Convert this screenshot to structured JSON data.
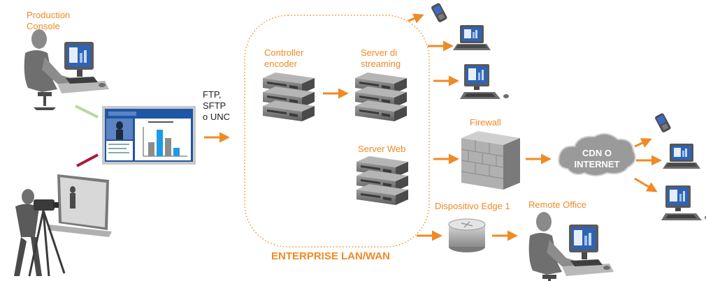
{
  "colors": {
    "accent": "#f08a24",
    "text": "#222222",
    "device_gray": "#7b7b7b",
    "screen_blue": "#1f56a6",
    "cloud_gray": "#9a9a9a",
    "line_green": "#b8d89a",
    "line_maroon": "#a31d3a"
  },
  "labels": {
    "production_console_1": "Production",
    "production_console_2": "Console",
    "transfer_1": "FTP,",
    "transfer_2": "SFTP",
    "transfer_3": "o UNC",
    "controller_1": "Controller",
    "controller_2": "encoder",
    "streaming_1": "Server di",
    "streaming_2": "streaming",
    "web_server": "Server Web",
    "firewall": "Firewall",
    "cdn_1": "CDN O",
    "cdn_2": "INTERNET",
    "edge": "Dispositivo Edge 1",
    "remote_office": "Remote Office",
    "lan": "ENTERPRISE LAN/WAN"
  },
  "icons": [
    "person-at-computer-icon",
    "video-camera-operator-icon",
    "presentation-screen-icon",
    "server-stack-icon",
    "firewall-icon",
    "cloud-icon",
    "edge-device-icon",
    "mobile-phone-icon",
    "laptop-icon",
    "desktop-computer-icon"
  ]
}
